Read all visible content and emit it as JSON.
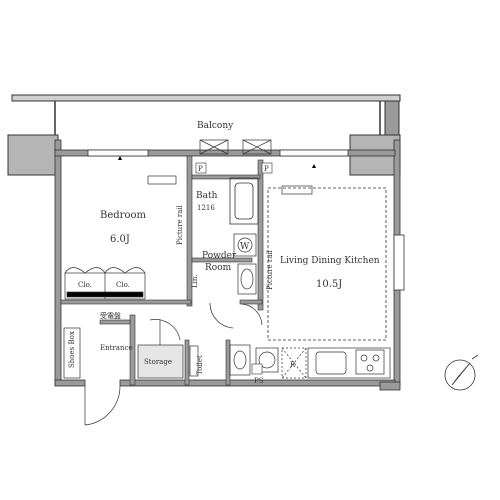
{
  "rooms": {
    "balcony": "Balcony",
    "bedroom": "Bedroom",
    "bedroom_size": "6.0J",
    "bath": "Bath",
    "bath_size": "1216",
    "powder_room_1": "Powder",
    "powder_room_2": "Room",
    "wash": "W",
    "ldk": "Living Dining Kitchen",
    "ldk_size": "10.5J",
    "entrance": "Entrance",
    "storage": "Storage",
    "toilet": "Toilet",
    "picture_rail_1": "Picture rail",
    "picture_rail_2": "Picture rail",
    "linen": "Lin.",
    "shoes_box": "Shoes Box",
    "closet_1": "Clo.",
    "closet_2": "Clo.",
    "ps_1": "P",
    "ps_2": "P",
    "ps_bottom": "PS",
    "refrigerator": "R",
    "meter_box": "受電盤"
  },
  "icons": [
    "compass-north-icon",
    "ac-unit-icon",
    "washer-icon",
    "sink-icon",
    "stove-icon"
  ]
}
